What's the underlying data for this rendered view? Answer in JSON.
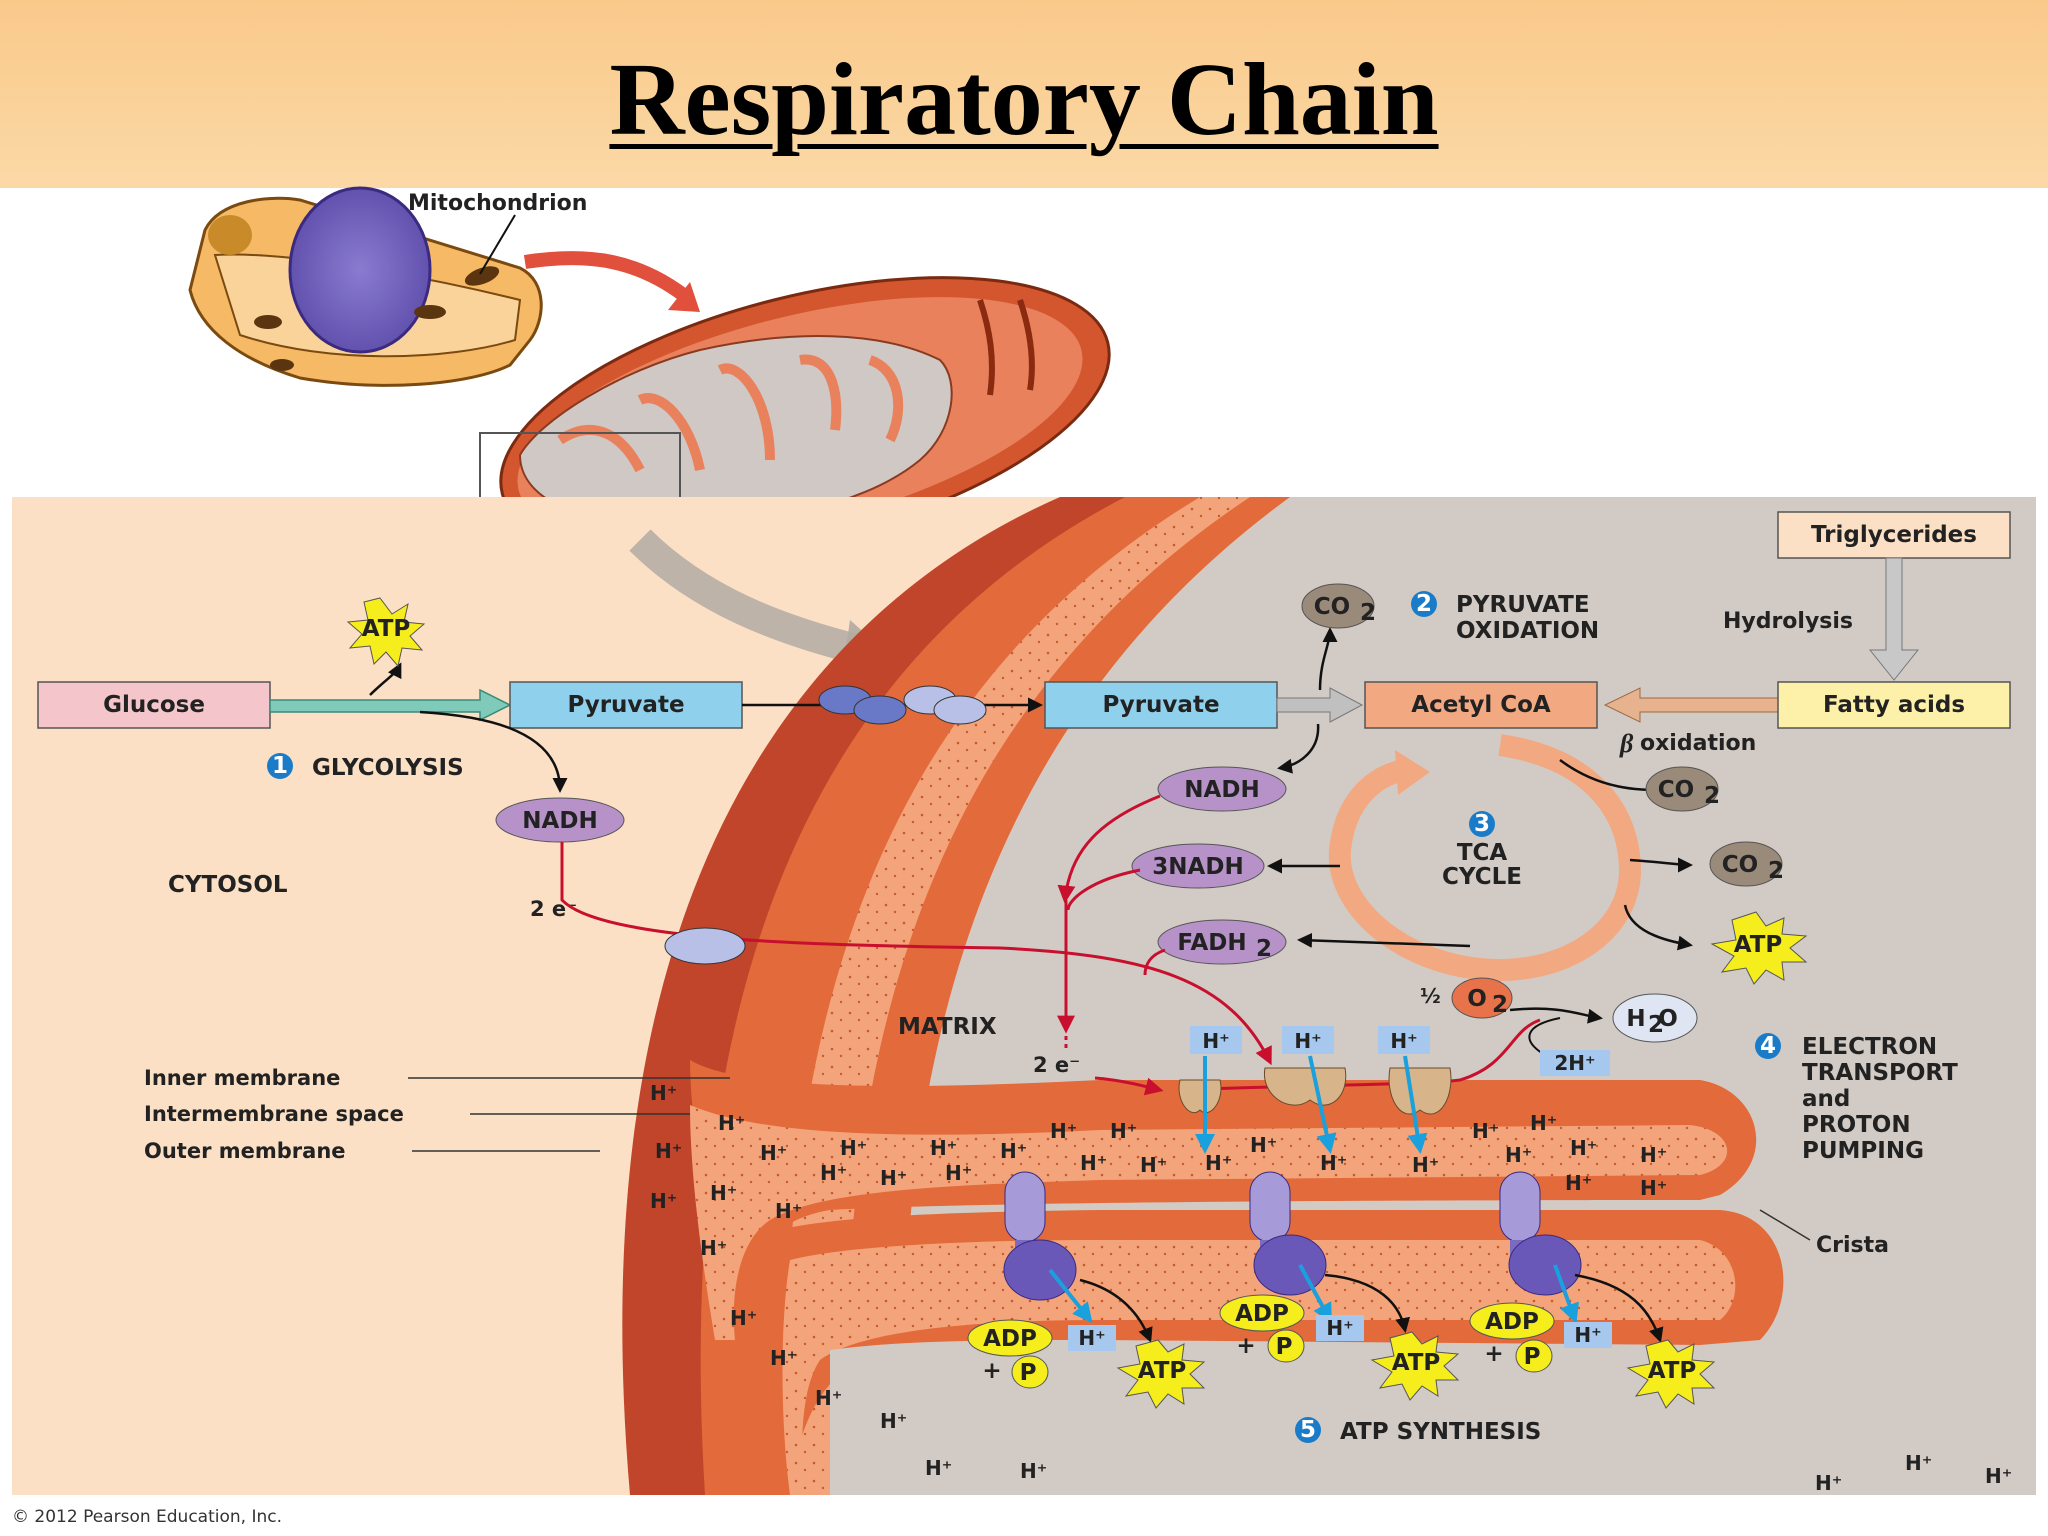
{
  "title": "Respiratory Chain",
  "copyright": "© 2012 Pearson Education, Inc.",
  "labels": {
    "mitochondrion": "Mitochondrion",
    "cytosol": "CYTOSOL",
    "matrix": "MATRIX",
    "inner_membrane": "Inner membrane",
    "intermembrane_space": "Intermembrane space",
    "outer_membrane": "Outer membrane",
    "crista": "Crista",
    "hydrolysis": "Hydrolysis",
    "beta_oxidation": "oxidation"
  },
  "boxes": {
    "glucose": "Glucose",
    "pyruvate_cytosol": "Pyruvate",
    "pyruvate_matrix": "Pyruvate",
    "acetyl_coa": "Acetyl CoA",
    "fatty_acids": "Fatty acids",
    "triglycerides": "Triglycerides"
  },
  "molecules": {
    "atp": "ATP",
    "nadh": "NADH",
    "three_nadh": "3NADH",
    "fadh": "FADH",
    "co2": "CO",
    "adp": "ADP",
    "pi": "P",
    "h2o": "H",
    "o2": "O",
    "half": "½",
    "hplus": "H⁺",
    "two_hplus": "2H⁺",
    "two_e": "2 e⁻",
    "plus": "+"
  },
  "steps": [
    {
      "num": "1",
      "name": "GLYCOLYSIS"
    },
    {
      "num": "2",
      "name": "PYRUVATE",
      "name2": "OXIDATION"
    },
    {
      "num": "3",
      "name": "TCA",
      "name2": "CYCLE"
    },
    {
      "num": "4",
      "name": "ELECTRON",
      "name2": "TRANSPORT",
      "name3": "and",
      "name4": "PROTON",
      "name5": "PUMPING"
    },
    {
      "num": "5",
      "name": "ATP SYNTHESIS"
    }
  ],
  "colors": {
    "header": "#f9c98a",
    "cytosol": "#fbe0c6",
    "matrix": "#d2cbc5",
    "membrane": "#e06a3c",
    "intermembrane": "#f3a47a",
    "atp_star": "#f5ee1c",
    "nadh": "#b792c9",
    "pyruvate": "#8fd1ec",
    "acetyl": "#f2a982",
    "arrow_red": "#c8102e",
    "arrow_blue": "#1aa0dc"
  }
}
